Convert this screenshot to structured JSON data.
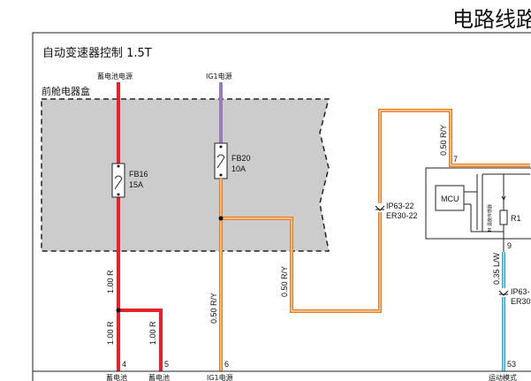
{
  "header": {
    "title": "电路线路"
  },
  "section_title": "自动变速器控制  1.5T",
  "box_label": "前舱电器盒",
  "power_labels": {
    "battery": "蓄电池电源",
    "ig1": "IG1电源"
  },
  "fuses": [
    {
      "id": "FB16",
      "rating": "15A"
    },
    {
      "id": "FB20",
      "rating": "10A"
    }
  ],
  "wire_labels": {
    "red_lower": "1.00 R",
    "red_branch": "1.00 R",
    "red_upper": "1.00 R",
    "ig1_lower": "0.50 R/Y",
    "orange_loop": "0.50 R/Y",
    "mcu_input": "0.50 R/Y",
    "blue": "0.35 L/W"
  },
  "connectors": {
    "ip63_22": "IP63-22",
    "er30_22": "ER30-22",
    "ip63_right": "IP63-",
    "er30_right": "ER30"
  },
  "module": {
    "mcu": "MCU",
    "resistor": "R1",
    "small_text": "M 温度传感器"
  },
  "pins": {
    "p7": "7",
    "p9": "9",
    "p4": "4",
    "p5": "5",
    "p6": "6",
    "p53": "53"
  },
  "bottom_labels": {
    "b1": "蓄电池",
    "b2": "蓄电池",
    "b3": "IG1电源",
    "b4": "运动模式"
  },
  "colors": {
    "red_wire": "#e8202a",
    "orange_wire": "#ee7a1a",
    "purple_wire": "#9b7bbf",
    "blue_wire": "#2aa7e0",
    "box_fill": "#cccccc"
  }
}
